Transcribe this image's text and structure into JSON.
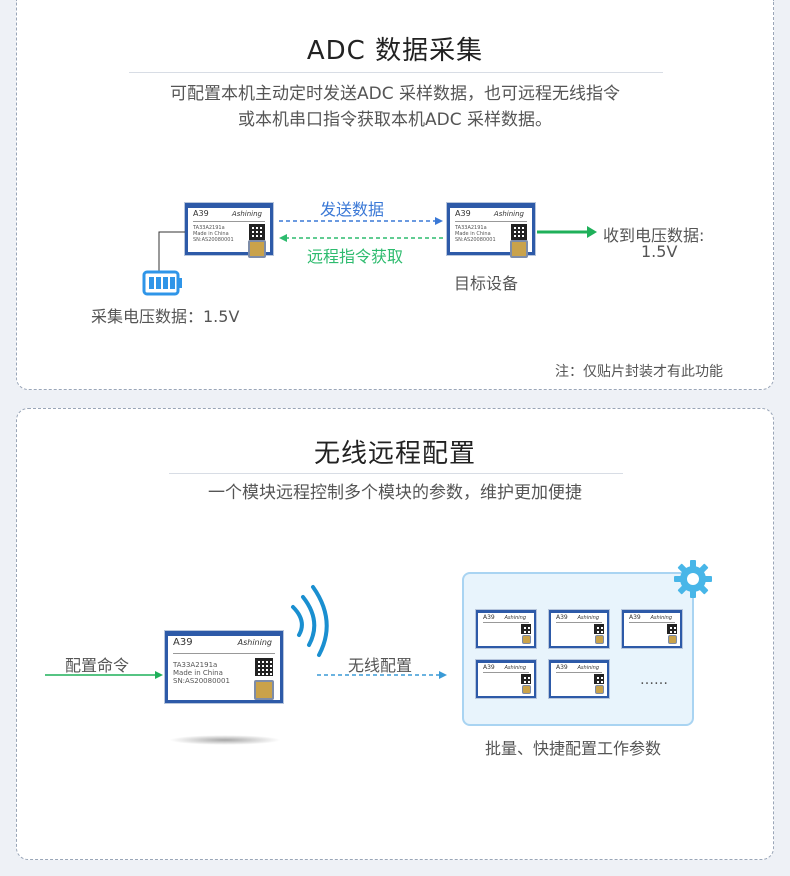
{
  "adc": {
    "title": "ADC 数据采集",
    "desc_line1": "可配置本机主动定时发送ADC 采样数据，也可远程无线指令",
    "desc_line2": "或本机串口指令获取本机ADC 采样数据。",
    "send_label": "发送数据",
    "fetch_label": "远程指令获取",
    "target_label": "目标设备",
    "received_line1": "收到电压数据:",
    "received_line2": "1.5V",
    "collect_label": "采集电压数据：1.5V",
    "note": "注：仅贴片封装才有此功能"
  },
  "remote": {
    "title": "无线远程配置",
    "desc": "一个模块远程控制多个模块的参数，维护更加便捷",
    "command_label": "配置命令",
    "wireless_label": "无线配置",
    "batch_label": "批量、快捷配置工作参数",
    "ellipsis": "……"
  },
  "module": {
    "name": "A39",
    "brand": "Ashining",
    "line1": "TA33A2191a",
    "line2": "Made in China",
    "line3": "SN:AS20080001"
  },
  "colors": {
    "send_arrow": "#3a78d6",
    "fetch_arrow": "#2dbb6e",
    "received_arrow": "#1fb05a",
    "battery": "#2f95e8",
    "gear": "#48b6e8",
    "module_border": "#2d5aa8"
  },
  "icons": [
    "battery-icon",
    "signal-waves-icon",
    "gear-icon",
    "arrow-right-icon",
    "arrow-left-icon"
  ]
}
